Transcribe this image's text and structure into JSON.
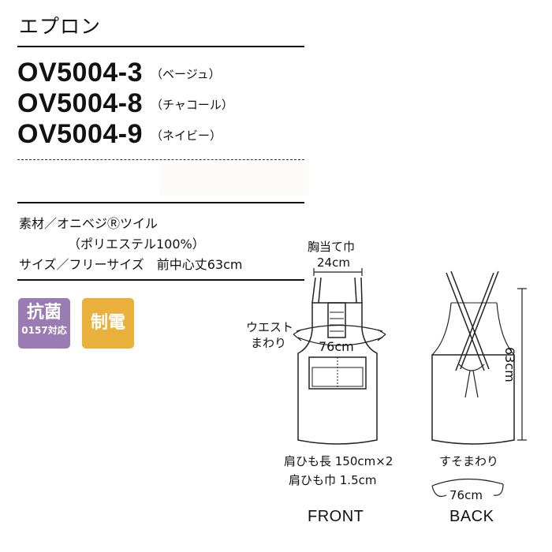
{
  "title": "エプロン",
  "models": [
    {
      "code": "OV5004-3",
      "color": "（ベージュ）"
    },
    {
      "code": "OV5004-8",
      "color": "（チャコール）"
    },
    {
      "code": "OV5004-9",
      "color": "（ネイビー）"
    }
  ],
  "specs": {
    "material": "素材／オニベジⓇツイル",
    "composition": "（ポリエステル100%）",
    "size": "サイズ／フリーサイズ　前中心丈63cm"
  },
  "badges": {
    "antibacterial_main": "抗菌",
    "antibacterial_sub": "0157対応",
    "antistatic": "制電",
    "antibacterial_color": "#9a7bb3",
    "antistatic_color": "#e9b03c"
  },
  "diagram": {
    "bib_label": "胸当て巾",
    "bib_value": "24cm",
    "waist_label_1": "ウエスト",
    "waist_label_2": "まわり",
    "waist_value": "76cm",
    "strap_length": "肩ひも長 150cm×2",
    "strap_width": "肩ひも巾 1.5cm",
    "front_label": "FRONT",
    "hem_label": "すそまわり",
    "hem_value": "76cm",
    "length_value": "63cm",
    "back_label": "BACK"
  }
}
